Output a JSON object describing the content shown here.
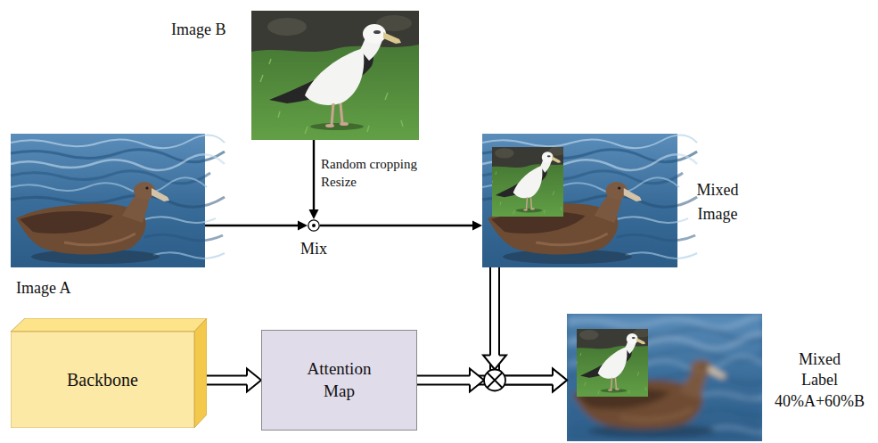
{
  "diagram": {
    "nodes": [
      {
        "text": [
          "Image B"
        ]
      },
      {
        "text": [
          "Image A"
        ]
      },
      {
        "text": [
          "Mix"
        ]
      },
      {
        "text": [
          "Mixed Image"
        ]
      },
      {
        "text": [
          "Backbone"
        ]
      },
      {
        "text": [
          "Attention Map"
        ]
      },
      {
        "text": [
          "Mixed Label 40%A+60%B"
        ]
      }
    ],
    "edges": [
      {
        "from": 1,
        "to": 2,
        "arrow": "to"
      },
      {
        "from": 0,
        "to": 2,
        "label": "Random cropping Resize",
        "arrow": "to"
      },
      {
        "from": 2,
        "to": 3,
        "arrow": "to"
      },
      {
        "from": 4,
        "to": 5,
        "arrow": "to"
      },
      {
        "from": 5,
        "to": 6,
        "arrow": "to"
      },
      {
        "from": 3,
        "to": 6,
        "arrow": "to"
      }
    ]
  }
}
